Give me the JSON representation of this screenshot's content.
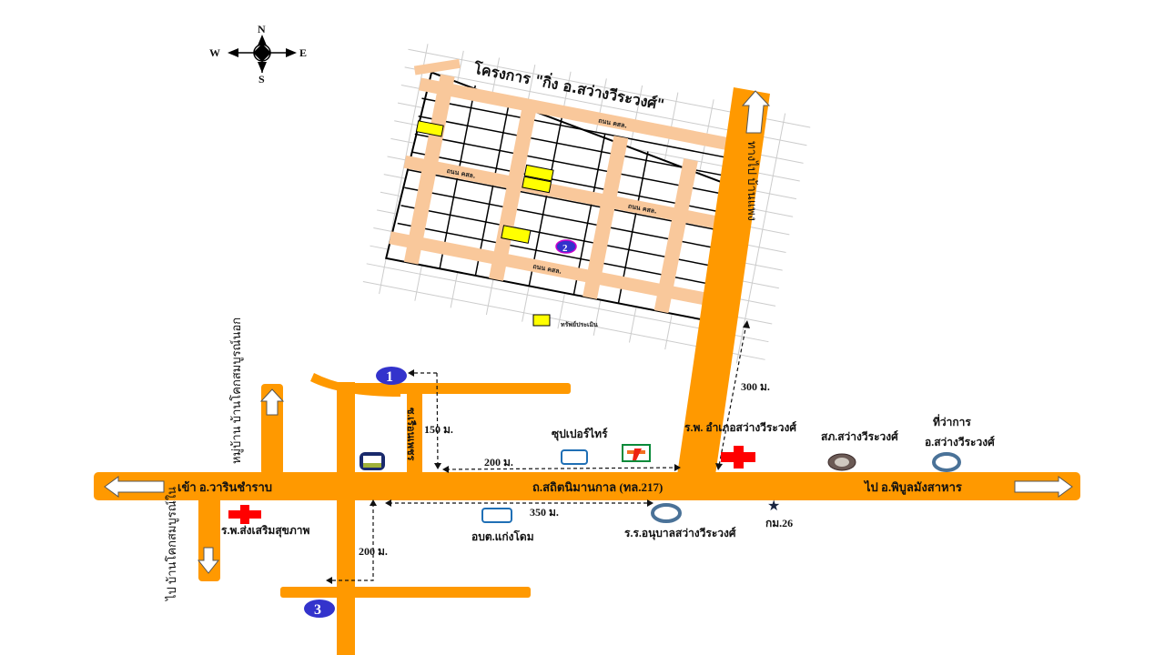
{
  "compass": {
    "north": "N",
    "south": "S",
    "east": "E",
    "west": "W"
  },
  "inset": {
    "title": "โครงการ \"กิ่ง อ.สว่างวีระวงศ์\"",
    "road_label": "ถนน คสล.",
    "legend_label": "ทรัพย์ประเมิน",
    "to_village": "ทางไป บ้านแพง"
  },
  "markers": {
    "one": "1",
    "two": "2",
    "three": "3"
  },
  "roads": {
    "main": "ถ.สถิตนิมานกาล (ทล.217)",
    "west": "เข้า อ.วารินชำราบ",
    "east": "ไป อ.พิบูลมังสาหาร",
    "north_village": "หมู่บ้าน บ้านโคกสมบูรณ์นอก",
    "south_village": "ไป บ้านโคกสมบูรณ์ใน",
    "soi": "ซ.เรือนเพชร"
  },
  "distances": {
    "d150": "150 ม.",
    "d200a": "200 ม.",
    "d350": "350 ม.",
    "d200b": "200 ม.",
    "d300": "300 ม."
  },
  "places": {
    "health_center": "ร.พ.ส่งเสริมสุขภาพ",
    "super_tire": "ซุปเปอร์ไทร์",
    "hospital": "ร.พ. อำเภอสว่างวีระวงศ์",
    "police": "สภ.สว่างวีระวงศ์",
    "district_office_1": "ที่ว่าการ",
    "district_office_2": "อ.สว่างวีระวงศ์",
    "school": "ร.ร.อนุบาลสว่างวีระวงศ์",
    "km": "กม.26",
    "sao": "อบต.แก่งโดม"
  },
  "colors": {
    "road": "#FF9900",
    "inset_road": "#F9C89B",
    "plot": "#FFFF00",
    "marker": "#3333CC",
    "cross": "#FF0000",
    "ring": "#4A7298"
  }
}
